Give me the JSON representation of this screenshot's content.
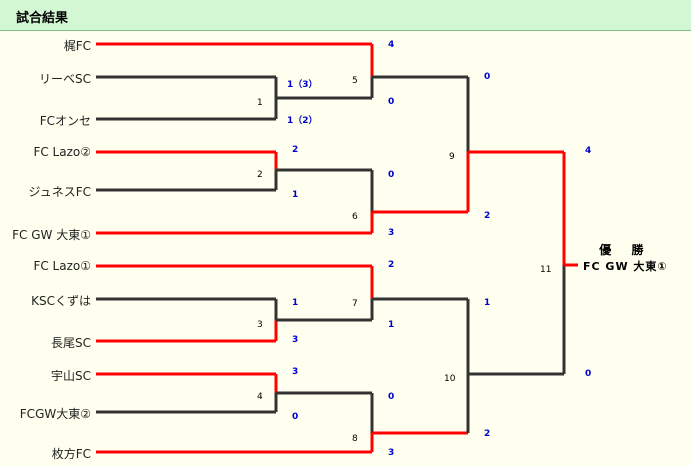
{
  "header": {
    "title": "試合結果"
  },
  "teams": [
    "梶FC",
    "リーベSC",
    "FCオンセ",
    "FC Lazo②",
    "ジュネスFC",
    "FC GW 大東①",
    "FC Lazo①",
    "KSCくずは",
    "長尾SC",
    "宇山SC",
    "FCGW大東②",
    "枚方FC"
  ],
  "matches": {
    "m1": {
      "no": "1",
      "score_top": "1（3）",
      "score_bottom": "1（2）"
    },
    "m2": {
      "no": "2",
      "score_top": "2",
      "score_bottom": "1"
    },
    "m3": {
      "no": "3",
      "score_top": "1",
      "score_bottom": "3"
    },
    "m4": {
      "no": "4",
      "score_top": "3",
      "score_bottom": "0"
    },
    "m5": {
      "no": "5",
      "score_top": "4",
      "score_bottom": "0"
    },
    "m6": {
      "no": "6",
      "score_top": "0",
      "score_bottom": "3"
    },
    "m7": {
      "no": "7",
      "score_top": "2",
      "score_bottom": "1"
    },
    "m8": {
      "no": "8",
      "score_top": "0",
      "score_bottom": "3"
    },
    "m9": {
      "no": "9",
      "score_top": "0",
      "score_bottom": "2"
    },
    "m10": {
      "no": "10",
      "score_top": "1",
      "score_bottom": "2"
    },
    "m11": {
      "no": "11",
      "score_top": "4",
      "score_bottom": "0"
    }
  },
  "winner": {
    "label": "優 勝",
    "team": "FC GW 大東①"
  },
  "colors": {
    "win_line": "#ff0000",
    "lose_line": "#333333",
    "score": "#0000cc",
    "header_bg": "#d3f6d3"
  }
}
